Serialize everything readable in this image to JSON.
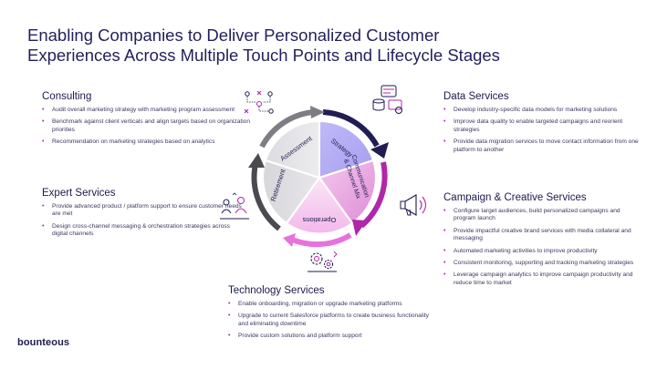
{
  "title": {
    "line1": "Enabling Companies to Deliver Personalized Customer",
    "line2": "Experiences Across Multiple Touch Points and Lifecycle Stages"
  },
  "colors": {
    "navy": "#1d1a4e",
    "lavender": "#b3acf5",
    "magenta": "#b027a8",
    "pink": "#e9a7e3",
    "light_pink": "#f6d3f2",
    "gray": "#d4d4d8",
    "dark_gray": "#8a8a8f"
  },
  "wheel": {
    "segments": [
      {
        "label": "Strategy"
      },
      {
        "label_line1": "Communication",
        "label_line2": "& Channel Mix"
      },
      {
        "label": "Operations"
      },
      {
        "label": "Retirement"
      },
      {
        "label": "Assessment"
      }
    ]
  },
  "consulting": {
    "heading": "Consulting",
    "items": [
      "Audit overall marketing strategy with marketing program assessment",
      "Benchmark against client verticals and align targets based on organization priorities",
      "Recommendation on marketing strategies based on analytics"
    ]
  },
  "expert": {
    "heading": "Expert Services",
    "items": [
      "Provide advanced product / platform support to ensure customer needs are met",
      "Design cross-channel messaging & orchestration strategies across digital channels"
    ]
  },
  "data_services": {
    "heading": "Data Services",
    "items": [
      "Develop industry-specific data models for marketing solutions",
      "Improve data quality to enable targeted campaigns and reorient strategies",
      "Provide data migration services to move contact information from one platform to another"
    ]
  },
  "campaign": {
    "heading": "Campaign & Creative Services",
    "items": [
      "Configure target audiences, build personalized campaigns and program launch",
      "Provide impactful creative brand services with media collateral and messaging",
      "Automated marketing activities to improve productivity",
      "Consistent monitoring, supporting and tracking marketing strategies",
      "Leverage campaign analytics to improve campaign productivity and reduce time to market"
    ]
  },
  "technology": {
    "heading": "Technology Services",
    "items": [
      "Enable onboarding, migration or upgrade marketing platforms",
      "Upgrade to current Salesforce platforms to create business functionality and eliminating downtime",
      "Provide custom solutions and platform support"
    ]
  },
  "logo": {
    "text": "bounteous"
  }
}
